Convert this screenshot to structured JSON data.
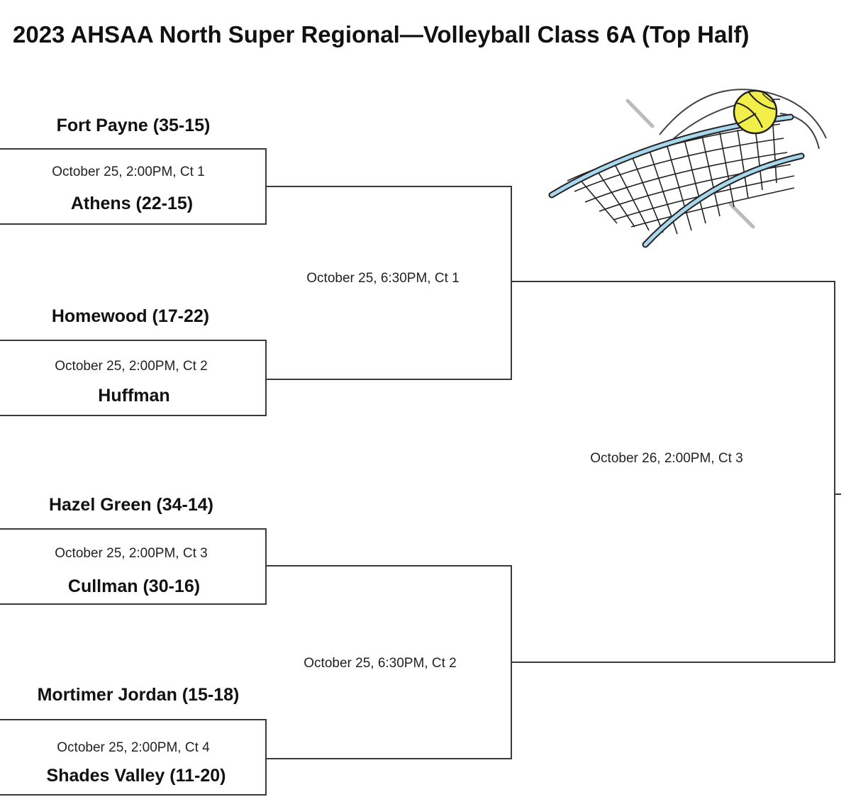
{
  "title": "2023 AHSAA North Super Regional—Volleyball Class 6A (Top Half)",
  "first_round": [
    {
      "top_team": "Fort Payne (35-15)",
      "time": "October 25, 2:00PM, Ct 1",
      "bottom_team": "Athens (22-15)"
    },
    {
      "top_team": "Homewood (17-22)",
      "time": "October 25, 2:00PM, Ct 2",
      "bottom_team": "Huffman"
    },
    {
      "top_team": "Hazel Green (34-14)",
      "time": "October 25, 2:00PM, Ct 3",
      "bottom_team": "Cullman (30-16)"
    },
    {
      "top_team": "Mortimer Jordan (15-18)",
      "time": "October 25, 2:00PM, Ct 4",
      "bottom_team": "Shades Valley (11-20)"
    }
  ],
  "second_round": [
    {
      "time": "October 25, 6:30PM, Ct 1"
    },
    {
      "time": "October 25, 6:30PM, Ct 2"
    }
  ],
  "final": {
    "time": "October 26, 2:00PM, Ct 3"
  },
  "colors": {
    "line": "#3a3a3a",
    "ball": "#f3ef4a",
    "net_frame": "#a9d8ee"
  },
  "decoration": {
    "icon": "volleyball-net-icon"
  }
}
